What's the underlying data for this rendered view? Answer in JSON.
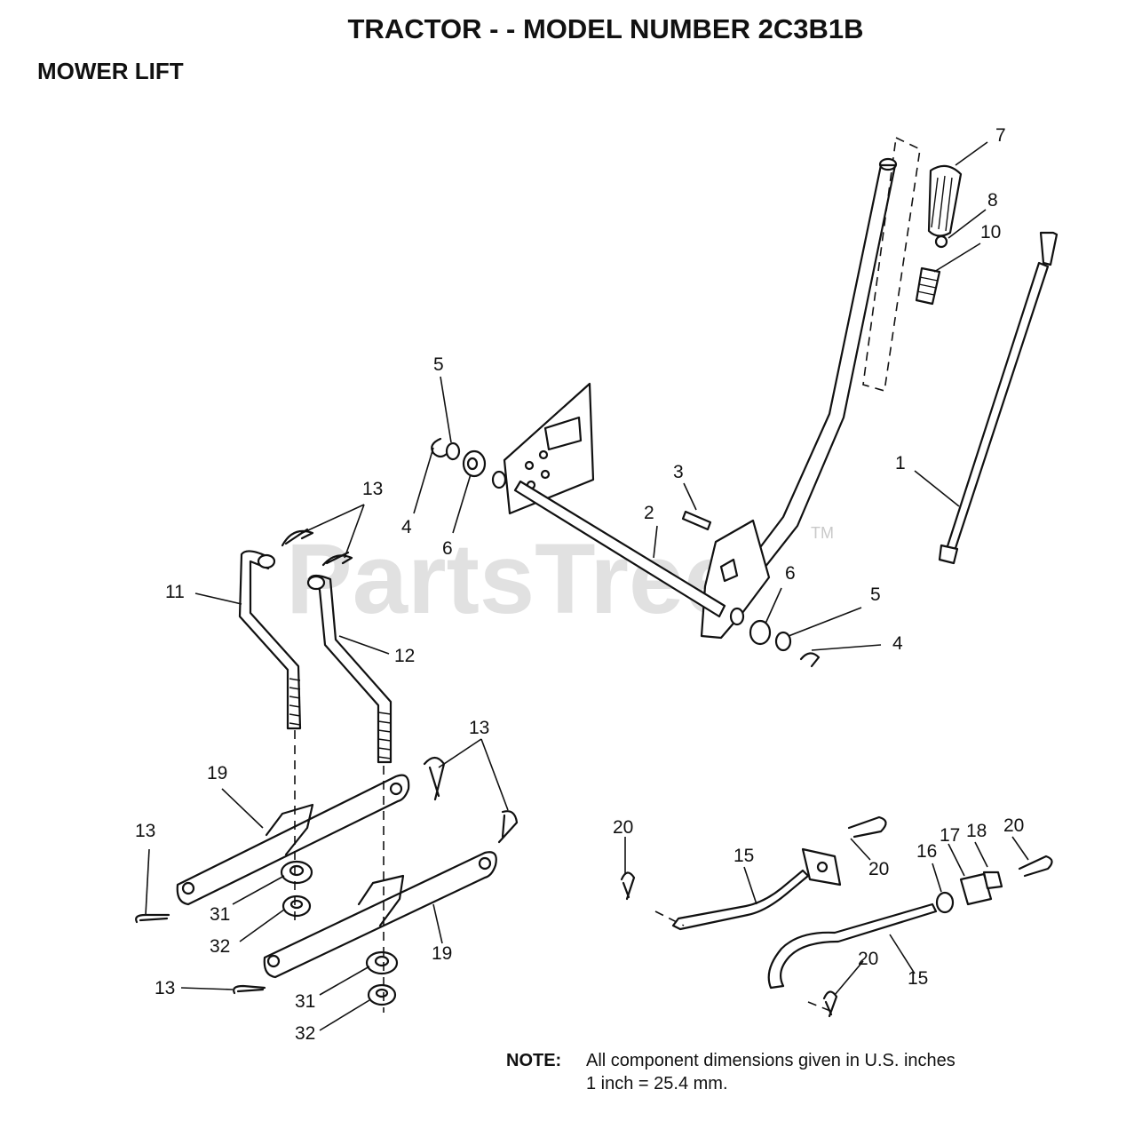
{
  "header": {
    "title": "TRACTOR - - MODEL NUMBER 2C3B1B",
    "subtitle": "MOWER LIFT"
  },
  "watermark": {
    "text": "PartsTree",
    "mark": "TM"
  },
  "callouts": {
    "c1": "1",
    "c2": "2",
    "c3": "3",
    "c4a": "4",
    "c4b": "4",
    "c5a": "5",
    "c5b": "5",
    "c6a": "6",
    "c6b": "6",
    "c7": "7",
    "c8": "8",
    "c10": "10",
    "c11": "11",
    "c12": "12",
    "c13a": "13",
    "c13b": "13",
    "c13c": "13",
    "c13d": "13",
    "c15a": "15",
    "c15b": "15",
    "c16": "16",
    "c17": "17",
    "c18": "18",
    "c19a": "19",
    "c19b": "19",
    "c20a": "20",
    "c20b": "20",
    "c20c": "20",
    "c20d": "20",
    "c31a": "31",
    "c31b": "31",
    "c32a": "32",
    "c32b": "32"
  },
  "note": {
    "label": "NOTE:",
    "line1": "All component dimensions given in U.S. inches",
    "line2": "1 inch = 25.4 mm."
  }
}
